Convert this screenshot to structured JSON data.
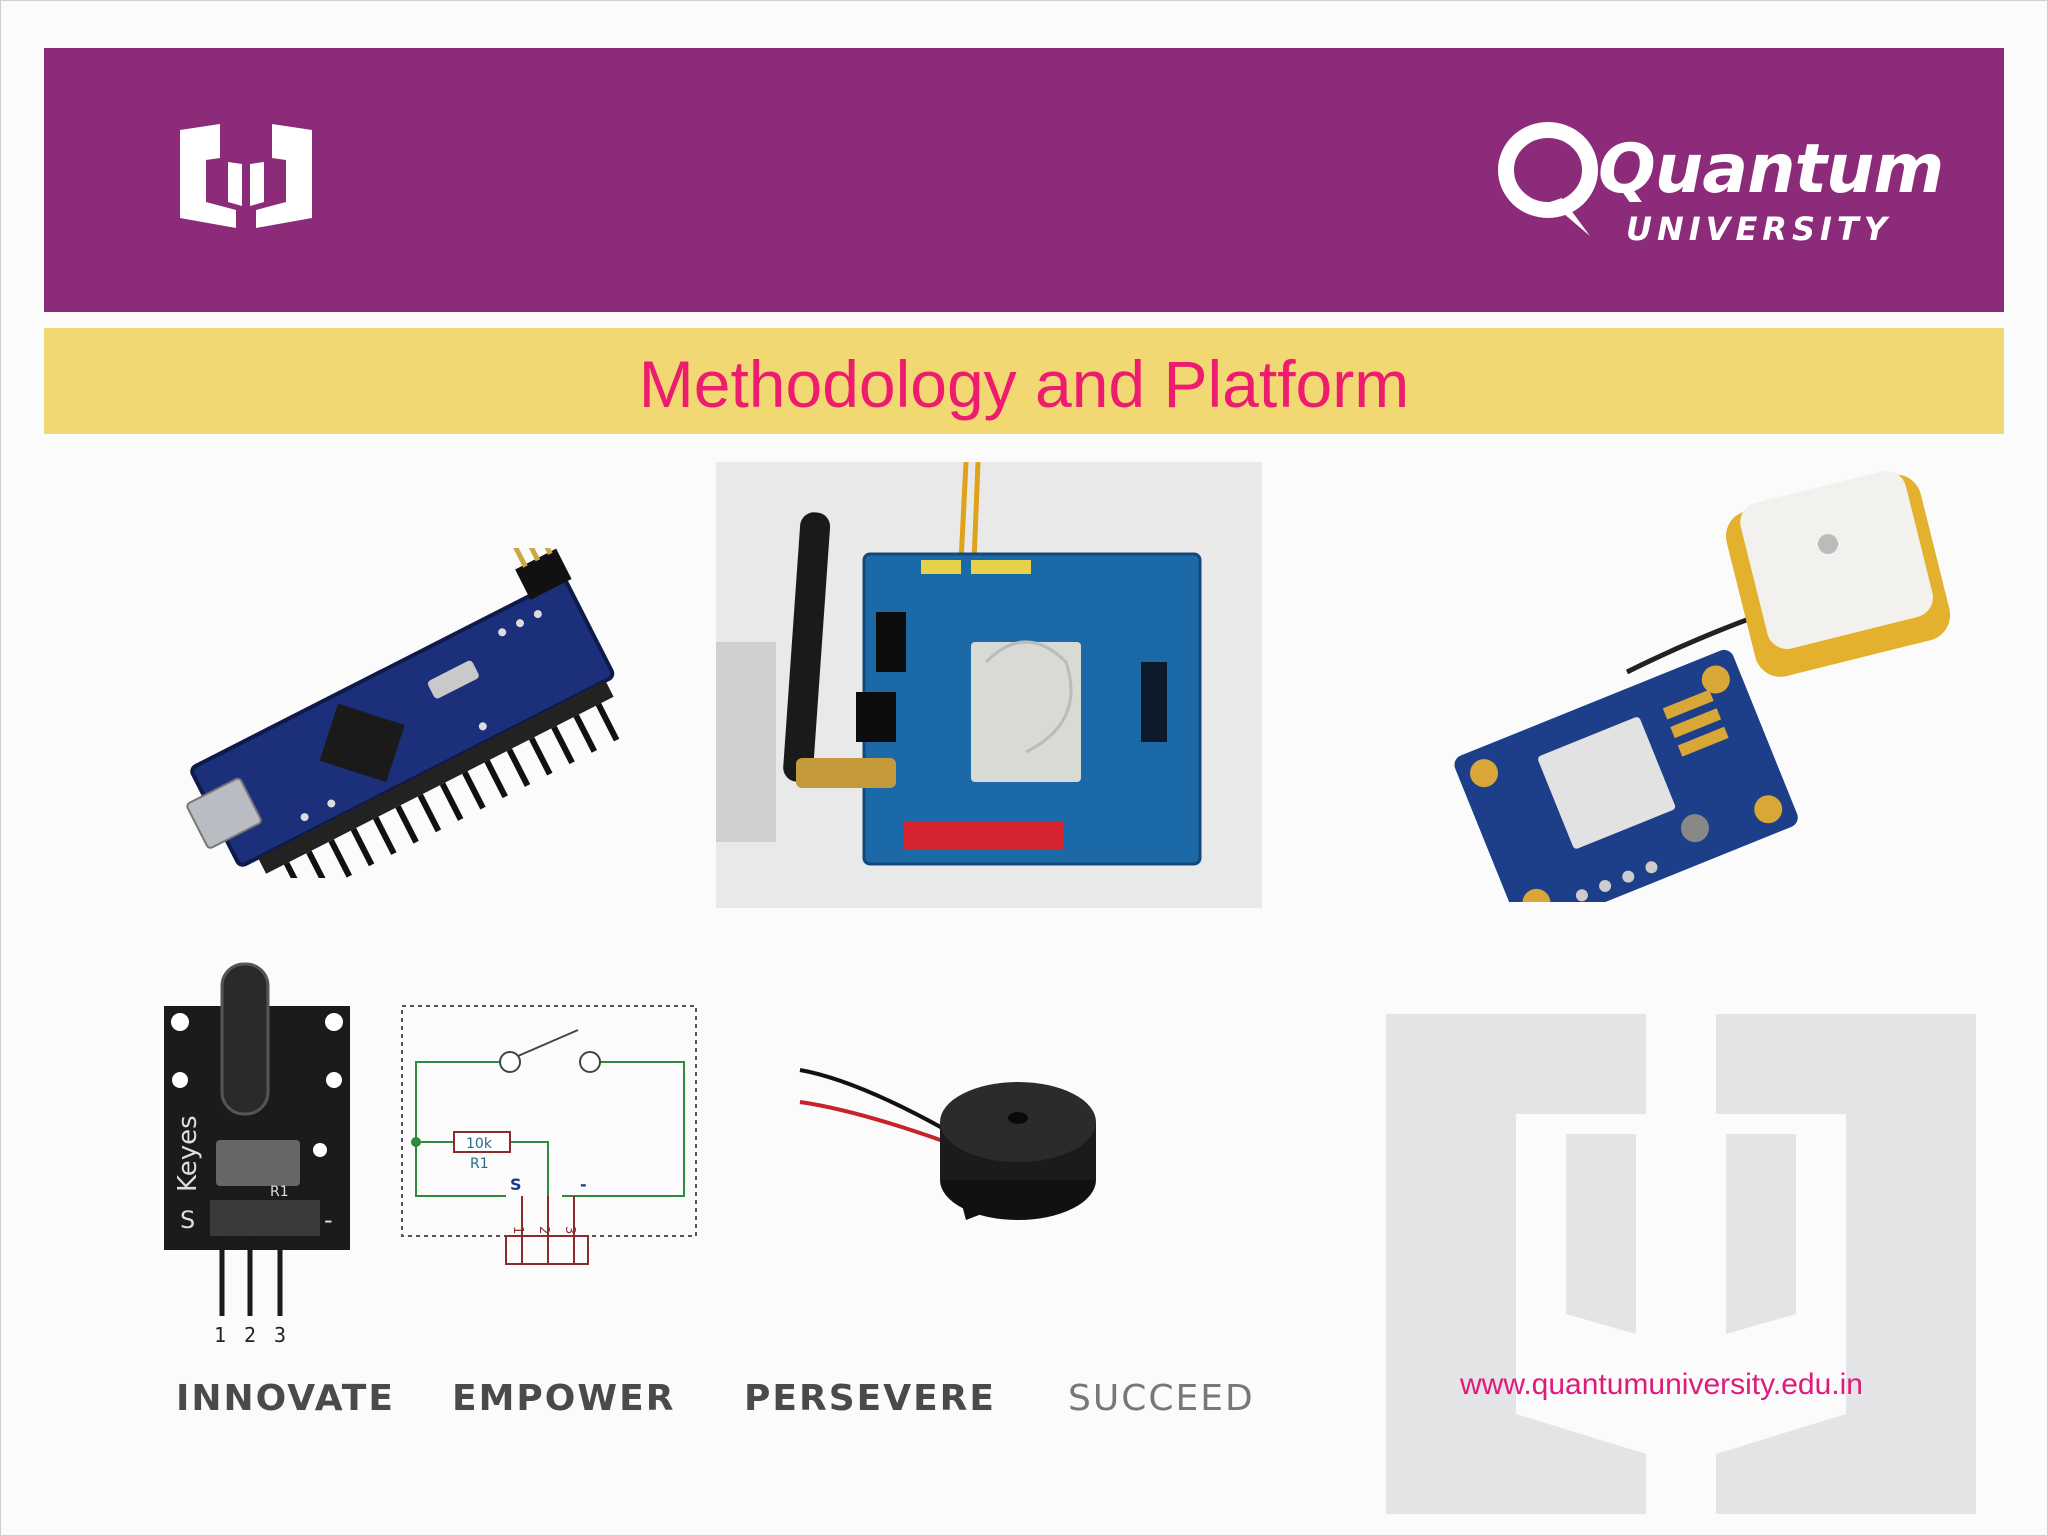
{
  "slide": {
    "title": "Methodology and Platform",
    "url": "www.quantumuniversity.edu.in",
    "motto": [
      "INNOVATE",
      "EMPOWER",
      "PERSEVERE",
      "SUCCEED"
    ]
  },
  "brand": {
    "name": "Quantum",
    "sub": "UNIVERSITY"
  },
  "colors": {
    "banner": "#8c2b7a",
    "title_bar": "#f2d873",
    "title_text": "#ee1c6e",
    "url_text": "#e0197a"
  },
  "images": [
    "arduino-nano-board",
    "gsm-shield-module",
    "gps-module-with-antenna",
    "tilt-sensor-module",
    "switch-circuit-schematic",
    "piezo-buzzer"
  ],
  "schematic": {
    "resistor_value": "10k",
    "resistor_name": "R1",
    "signal_pin": "S",
    "ground_pin": "-",
    "pin_numbers": [
      "1",
      "2",
      "3"
    ]
  },
  "sensor": {
    "brand": "Keyes",
    "labels": [
      "S",
      "R1",
      "-"
    ],
    "pins": [
      "1",
      "2",
      "3"
    ]
  }
}
